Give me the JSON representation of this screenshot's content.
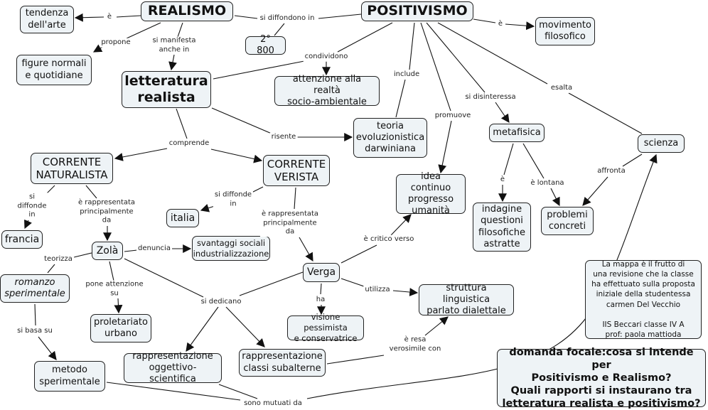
{
  "map": {
    "colors": {
      "node_fill": "#eef3f6",
      "node_border": "#222222",
      "line": "#111111",
      "background": "#ffffff"
    },
    "nodes": {
      "realismo": "REALISMO",
      "positivismo": "POSITIVISMO",
      "tendenza": "tendenza\ndell'arte",
      "figure": "figure normali\ne quotidiane",
      "ottocento": "2° 800",
      "movimento": "movimento\nfilosofico",
      "letteratura": "letteratura\nrealista",
      "attenzione": "attenzione alla realtà\nsocio-ambientale",
      "teoria": "teoria\nevoluzionistica\ndarwiniana",
      "metafisica": "metafisica",
      "scienza": "scienza",
      "naturalista": "CORRENTE\nNATURALISTA",
      "verista": "CORRENTE\nVERISTA",
      "idea": "idea continuo\nprogresso\numanità",
      "indagine": "indagine\nquestioni\nfilosofiche\nastratte",
      "problemi": "problemi\nconcreti",
      "italia": "italia",
      "francia": "francia",
      "zola": "Zolà",
      "svantaggi": "svantaggi sociali\nindustrializzazione",
      "romanzo": "romanzo\nsperimentale",
      "proletariato": "proletariato\nurbano",
      "verga": "Verga",
      "visione": "visione pessimista\ne conservatrice",
      "struttura": "struttura linguistica\nparlato dialettale",
      "metodo": "metodo\nsperimentale",
      "rappr_ogg": "rappresentazione\noggettivo-scientifica",
      "rappr_cls": "rappresentazione\nclassi subalterne",
      "note": "La mappa è il frutto di\nuna revisione che la classe\nha effettuato sulla proposta\niniziale della studentessa\ncarmen Del Vecchio\n\nIIS Beccari classe IV A\nprof: paola mattioda",
      "focal": "domanda focale:cosa si intende per\nPositivismo e Realismo?\nQuali rapporti si instaurano tra\nletteratura realista e positivismo?"
    },
    "labels": {
      "e_tendenza": "è",
      "propone": "propone",
      "si_manifesta": "si manifesta\nanche in",
      "si_diffondono": "si diffondono in",
      "e_movimento": "è",
      "condividono": "condividono",
      "include": "include",
      "promuove": "promuove",
      "si_disinteressa": "si disinteressa",
      "esalta": "esalta",
      "risente": "risente",
      "comprende": "comprende",
      "e_indagine": "è",
      "e_lontana": "è lontana",
      "affronta": "affronta",
      "si_diffonde_fr": "si\ndiffonde\nin",
      "rappr_da_nat": "è rappresentata\nprincipalmente\nda",
      "si_diffonde_it": "si diffonde\nin",
      "rappr_da_ver": "è rappresentata\nprincipalmente\nda",
      "denuncia": "denuncia",
      "teorizza": "teorizza",
      "pone_attenzione": "pone attenzione\nsu",
      "si_dedicano": "si dedicano",
      "e_critico": "è critico verso",
      "ha": "ha",
      "utilizza": "utilizza",
      "si_basa": "si basa su",
      "e_resa": "è resa\nverosimile con",
      "mutuati": "sono mutuati da"
    }
  }
}
